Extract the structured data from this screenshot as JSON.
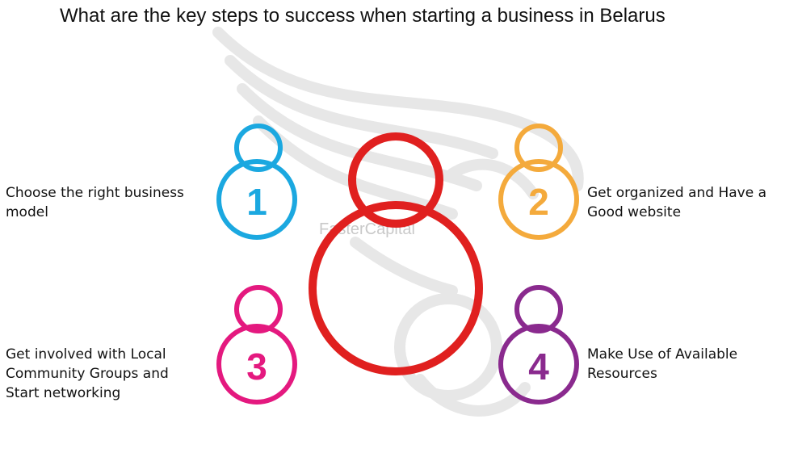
{
  "title": "What are the key steps to success when starting a business in Belarus",
  "watermark": {
    "brand": "FasterCapital"
  },
  "colors": {
    "step1": "#1ba8e0",
    "step2": "#f4aa3c",
    "step3": "#e4197f",
    "step4": "#8a2a8e",
    "center": "#e0201f",
    "watermark": "#e6e6e6"
  },
  "steps": [
    {
      "number": "1",
      "lines": [
        "Choose the right business",
        "model"
      ],
      "icon": "person-icon"
    },
    {
      "number": "2",
      "lines": [
        "Get organized and Have a",
        "Good website"
      ],
      "icon": "person-icon"
    },
    {
      "number": "3",
      "lines": [
        "Get involved with Local",
        "Community Groups and",
        "Start networking"
      ],
      "icon": "person-icon"
    },
    {
      "number": "4",
      "lines": [
        "Make Use of Available",
        "Resources"
      ],
      "icon": "person-icon"
    }
  ],
  "center_icon": "person-icon"
}
